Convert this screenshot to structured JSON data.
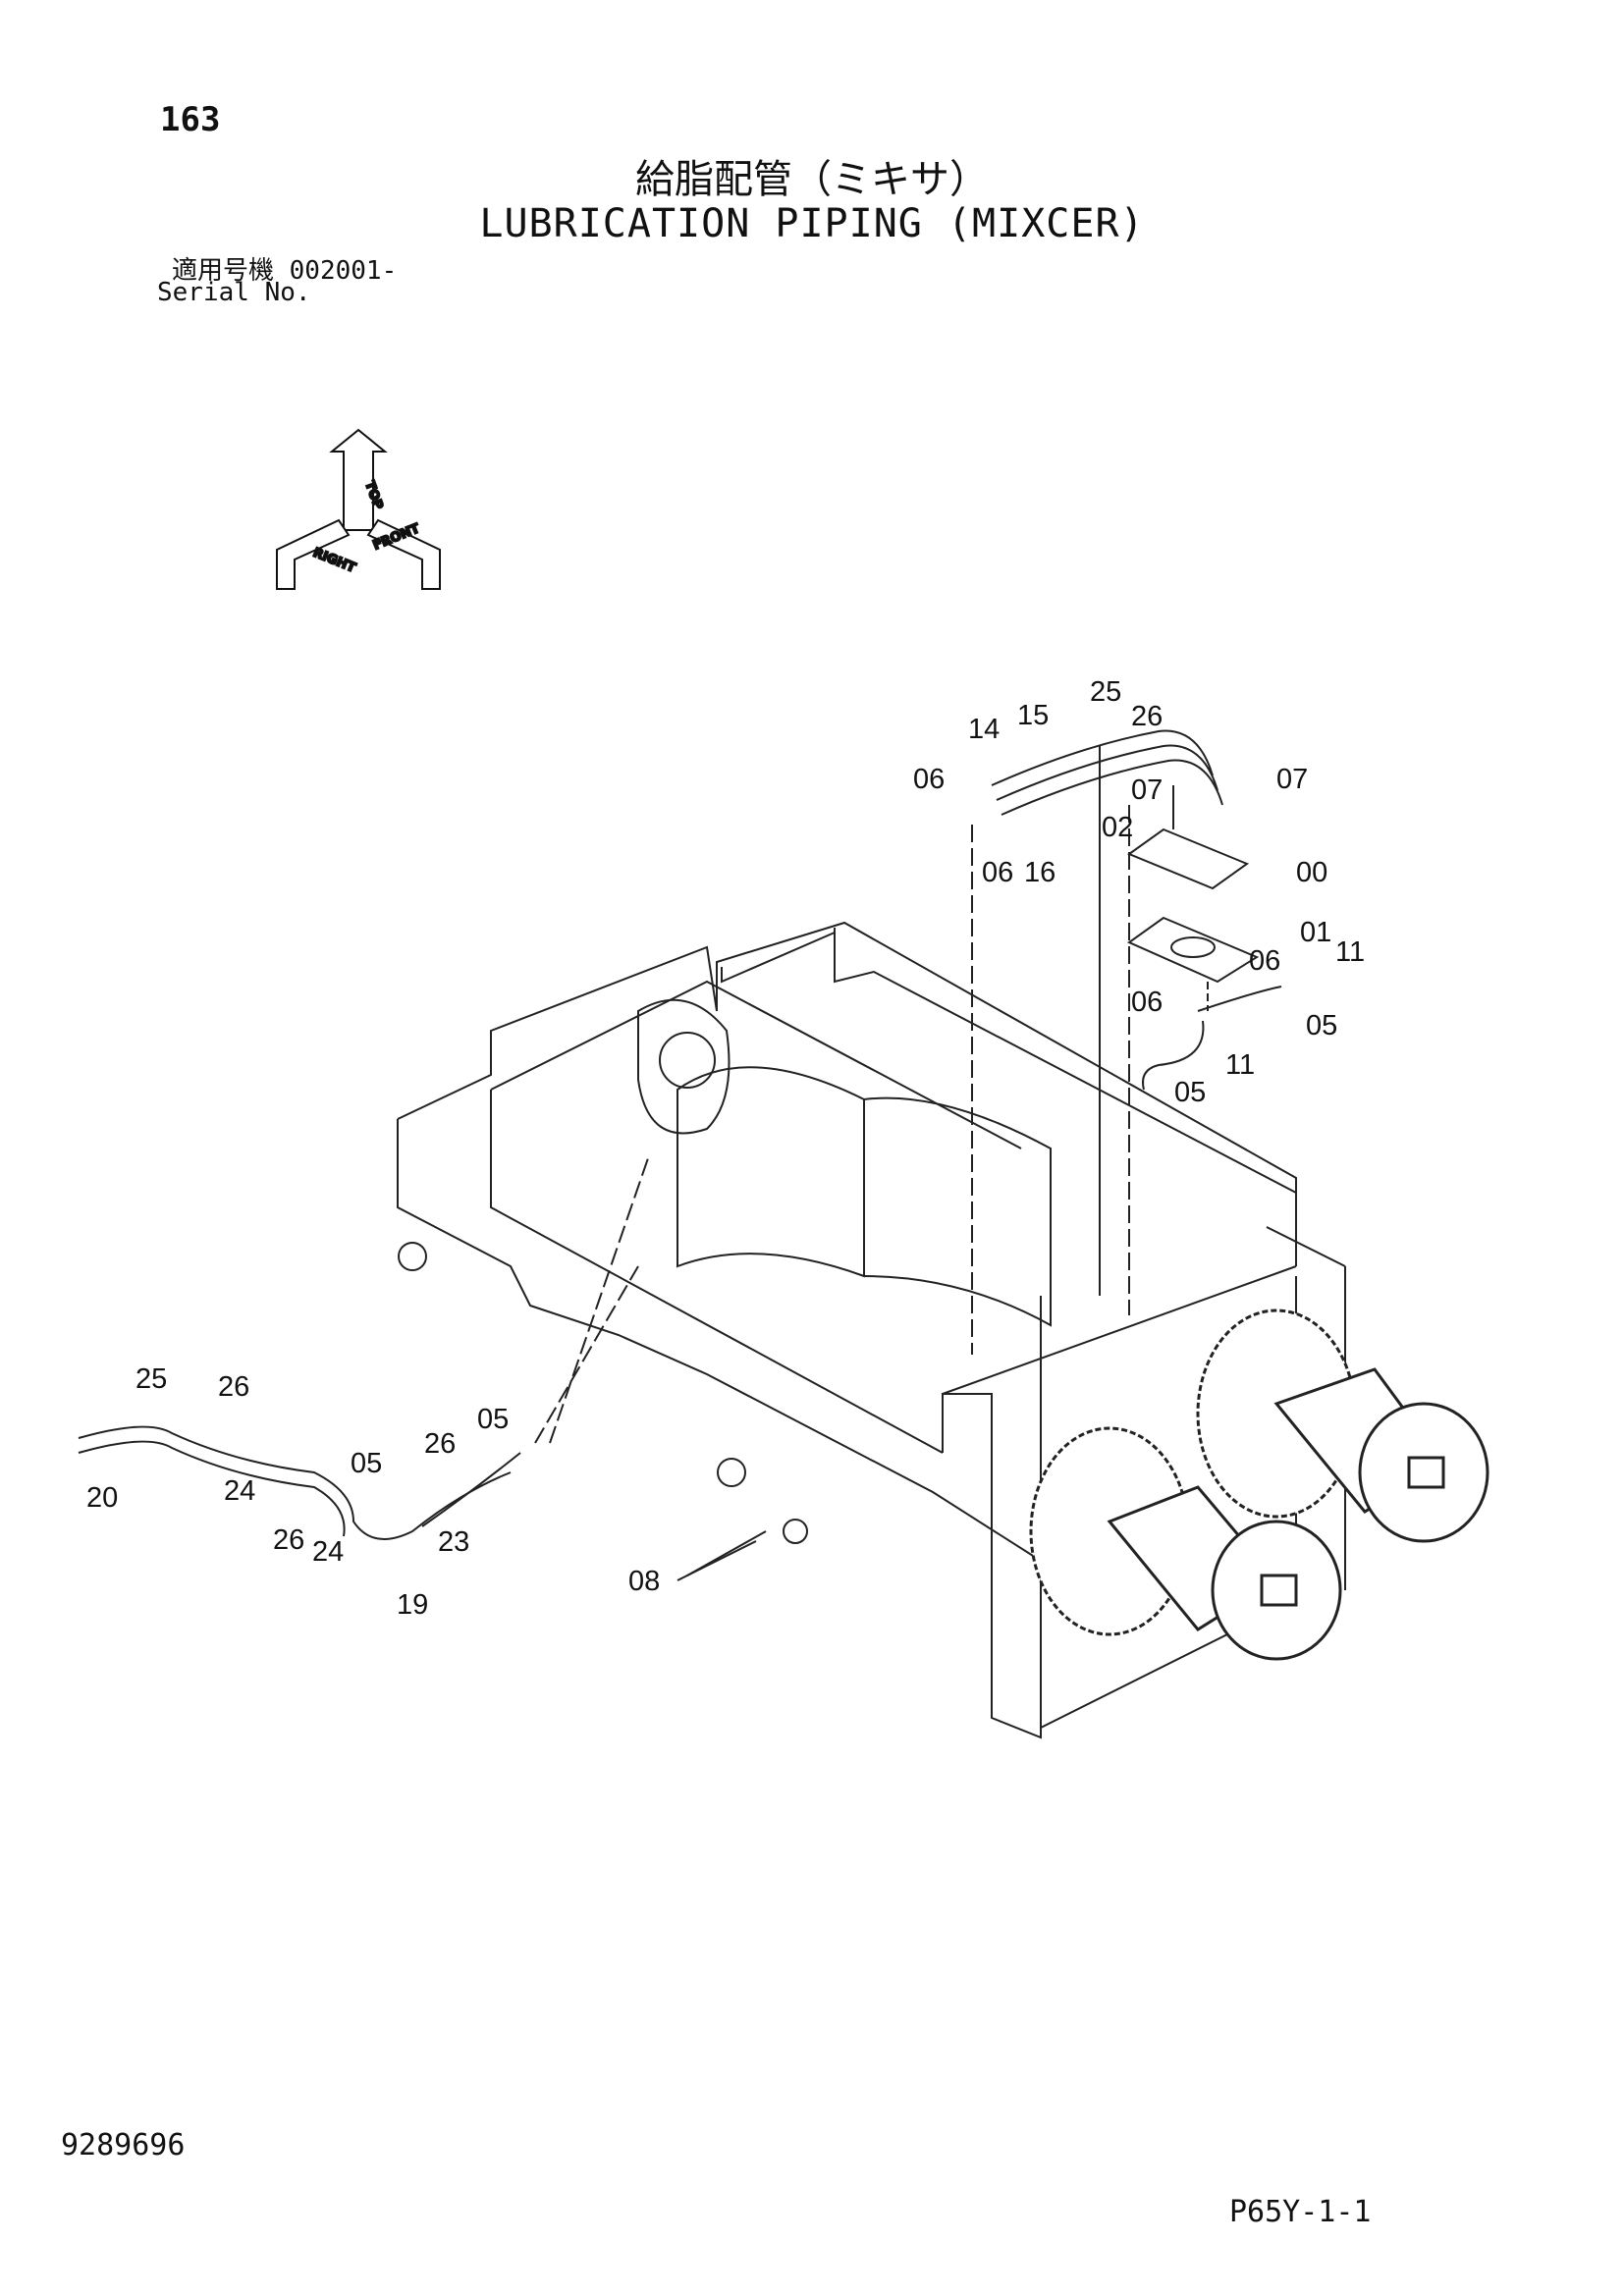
{
  "header": {
    "page_number": "163",
    "title_jp": "給脂配管（ミキサ）",
    "title_en": "LUBRICATION PIPING (MIXCER)",
    "serial_jp": "適用号機 002001-",
    "serial_en": "Serial No."
  },
  "orientation": {
    "top": "TOP",
    "front": "FRONT",
    "right": "RIGHT"
  },
  "callouts": [
    "25",
    "26",
    "14",
    "15",
    "06",
    "07",
    "07",
    "02",
    "00",
    "06",
    "16",
    "01",
    "06",
    "11",
    "06",
    "05",
    "11",
    "05",
    "25",
    "26",
    "05",
    "26",
    "05",
    "20",
    "24",
    "26",
    "24",
    "23",
    "19",
    "08"
  ],
  "footer": {
    "drawing_number": "9289696",
    "sheet_code": "P65Y-1-1"
  }
}
